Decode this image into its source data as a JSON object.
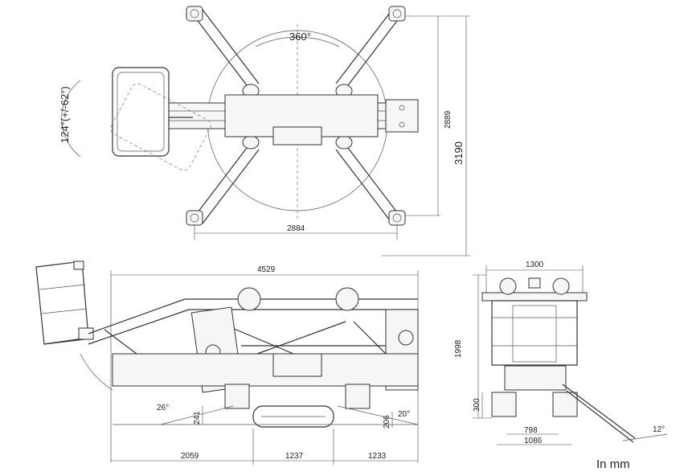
{
  "top_view": {
    "rotation_label": "360°",
    "basket_rotation_label": "124°(+/-62°)",
    "width_dim": "2884",
    "inner_length_dim": "2889",
    "outer_length_dim": "3190"
  },
  "side_view": {
    "overall_length": "4529",
    "seg_left": "2059",
    "seg_mid": "1237",
    "seg_right": "1233",
    "height_241": "241",
    "height_206": "206",
    "angle_left": "26°",
    "angle_right": "20°"
  },
  "front_view": {
    "width_top": "1300",
    "height": "1998",
    "height_low": "300",
    "track_width": "798",
    "base_width": "1086",
    "angle": "12°"
  },
  "units_label": "In mm"
}
